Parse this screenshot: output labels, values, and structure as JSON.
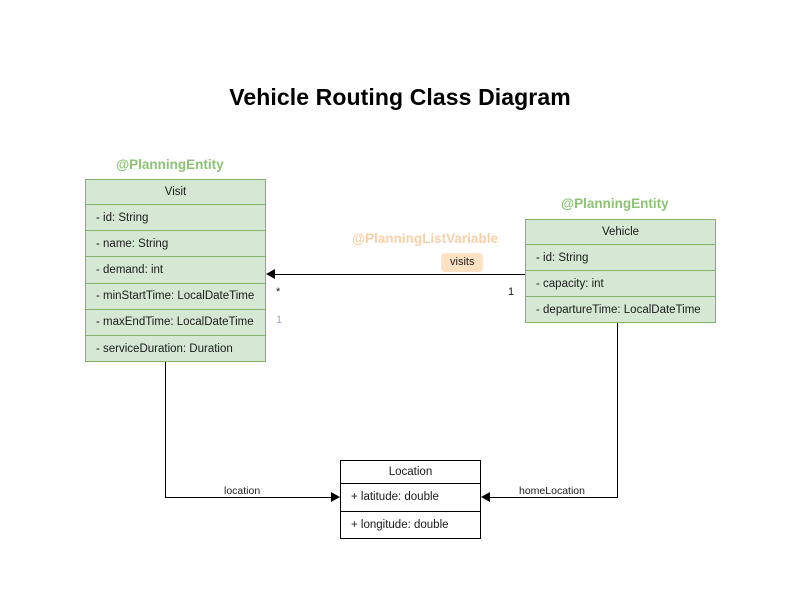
{
  "diagram": {
    "title": "Vehicle Routing Class Diagram",
    "type": "uml-class-diagram"
  },
  "colors": {
    "entity_fill": "#d5e8d4",
    "entity_border": "#82b366",
    "plain_fill": "#ffffff",
    "plain_border": "#000000",
    "stereotype_green": "#8cc474",
    "stereotype_orange": "#fad0a6",
    "badge_fill": "#ffe1c4",
    "multiplicity_purple": "#b9a0cd",
    "text": "#1a1a1a"
  },
  "stereotypes": {
    "visit": "@PlanningEntity",
    "vehicle": "@PlanningEntity",
    "list_variable": "@PlanningListVariable"
  },
  "classes": {
    "visit": {
      "name": "Visit",
      "attributes": [
        "- id: String",
        "- name: String",
        "- demand: int",
        "- minStartTime: LocalDateTime",
        "- maxEndTime: LocalDateTime",
        "- serviceDuration: Duration"
      ]
    },
    "vehicle": {
      "name": "Vehicle",
      "attributes": [
        "- id: String",
        "- capacity: int",
        "- departureTime: LocalDateTime"
      ]
    },
    "location": {
      "name": "Location",
      "attributes": [
        "+ latitude: double",
        "+ longitude: double"
      ]
    }
  },
  "relations": {
    "visits": {
      "label": "visits",
      "source": "Vehicle",
      "target": "Visit",
      "source_multiplicity": "1",
      "target_multiplicity": "*",
      "extra_multiplicity": "1"
    },
    "location": {
      "label": "location",
      "source": "Visit",
      "target": "Location"
    },
    "home_location": {
      "label": "homeLocation",
      "source": "Vehicle",
      "target": "Location"
    }
  }
}
